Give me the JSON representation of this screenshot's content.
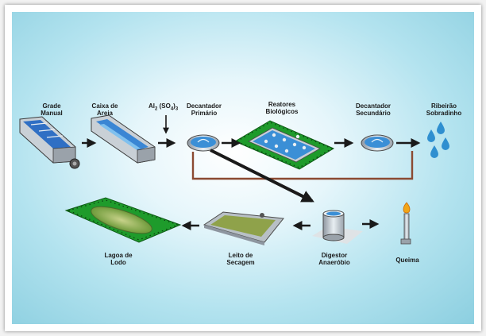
{
  "colors": {
    "accent_green": "#1e9b2b",
    "water_blue": "#2f8fd0",
    "pipe_brown": "#8b4a32",
    "arrow_dark": "#1a1a1a",
    "sludge_olive": "#8fa24a"
  },
  "stages": {
    "grade_manual": [
      "Grade",
      "Manual"
    ],
    "caixa_areia": [
      "Caixa de",
      "Areia"
    ],
    "decantador_primario": [
      "Decantador",
      "Primário"
    ],
    "reatores_biologicos": [
      "Reatores",
      "Biológicos"
    ],
    "decantador_secundario": [
      "Decantador",
      "Secundário"
    ],
    "ribeirao": [
      "Ribeirão",
      "Sobradinho"
    ],
    "digestor": [
      "Digestor",
      "Anaeróbio"
    ],
    "queima": "Queima",
    "leito_secagem": [
      "Leito de",
      "Secagem"
    ],
    "lagoa_lodo": [
      "Lagoa de",
      "Lodo"
    ]
  },
  "chemical": {
    "base": "Al",
    "paren_open": "(SO",
    "paren_close": ")",
    "sub_2": "2",
    "sub_4": "4",
    "sub_3": "3"
  }
}
